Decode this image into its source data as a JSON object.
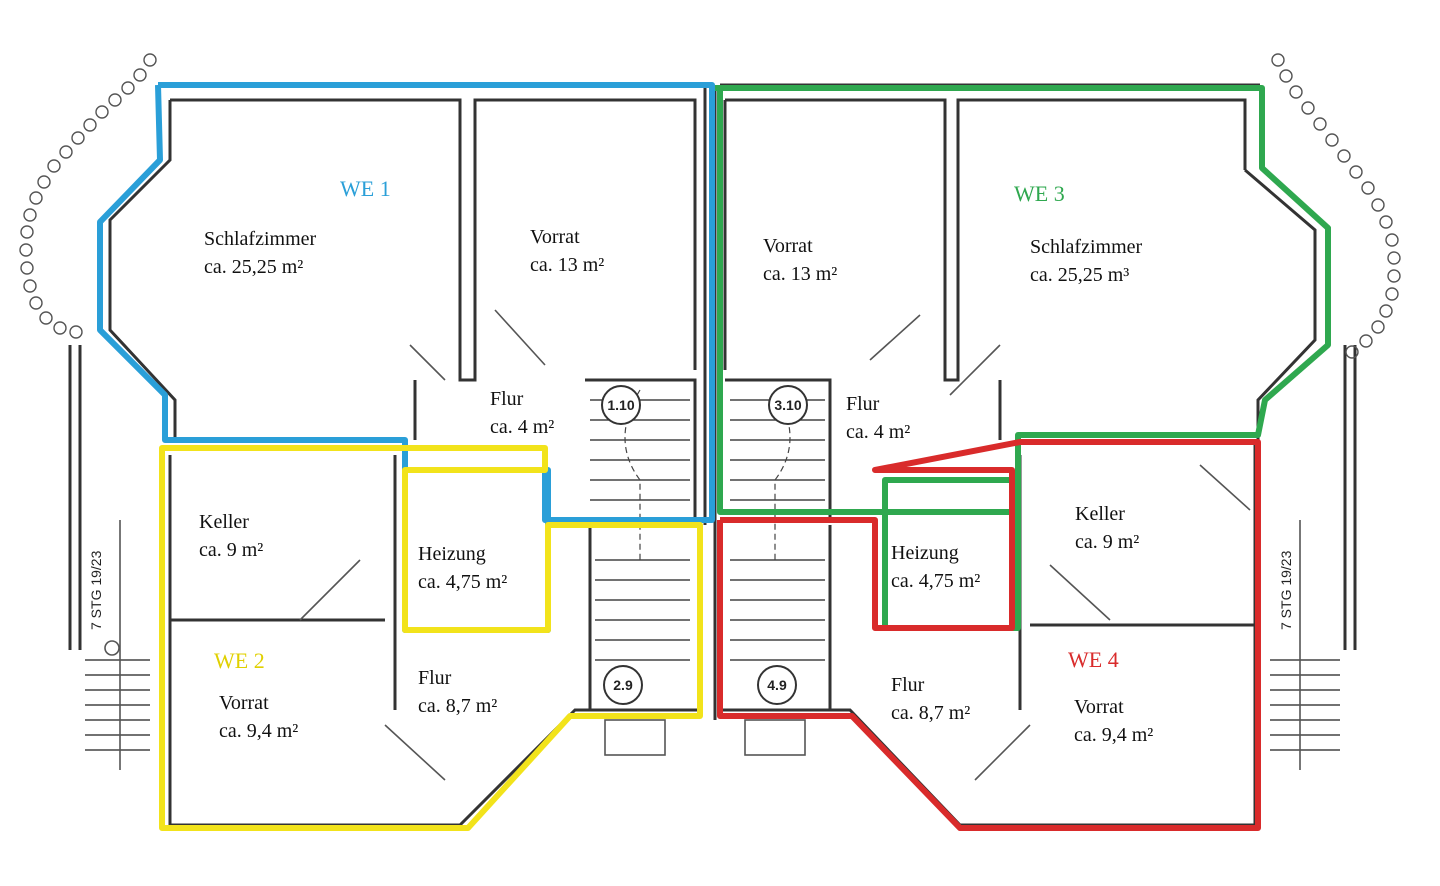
{
  "units": [
    {
      "id": "we1",
      "label": "WE 1",
      "color": "#2a9fd8"
    },
    {
      "id": "we2",
      "label": "WE 2",
      "color": "#f2e31b"
    },
    {
      "id": "we3",
      "label": "WE 3",
      "color": "#2fa84f"
    },
    {
      "id": "we4",
      "label": "WE 4",
      "color": "#d92b2b"
    }
  ],
  "rooms": [
    {
      "id": "r1",
      "name": "Schlafzimmer",
      "area": "ca. 25,25 m²"
    },
    {
      "id": "r2",
      "name": "Vorrat",
      "area": "ca. 13 m²"
    },
    {
      "id": "r3",
      "name": "Flur",
      "area": "ca. 4 m²"
    },
    {
      "id": "r4",
      "name": "Keller",
      "area": "ca. 9 m²"
    },
    {
      "id": "r5",
      "name": "Heizung",
      "area": "ca. 4,75 m²"
    },
    {
      "id": "r6",
      "name": "Vorrat",
      "area": "ca. 9,4 m²"
    },
    {
      "id": "r7",
      "name": "Flur",
      "area": "ca. 8,7 m²"
    },
    {
      "id": "r8",
      "name": "Vorrat",
      "area": "ca. 13 m²"
    },
    {
      "id": "r9",
      "name": "Schlafzimmer",
      "area": "ca. 25,25 m³"
    },
    {
      "id": "r10",
      "name": "Flur",
      "area": "ca. 4 m²"
    },
    {
      "id": "r11",
      "name": "Heizung",
      "area": "ca. 4,75 m²"
    },
    {
      "id": "r12",
      "name": "Keller",
      "area": "ca. 9 m²"
    },
    {
      "id": "r13",
      "name": "Flur",
      "area": "ca. 8,7 m²"
    },
    {
      "id": "r14",
      "name": "Vorrat",
      "area": "ca. 9,4 m²"
    }
  ],
  "stair_markers": [
    "1.10",
    "2.9",
    "3.10",
    "4.9"
  ],
  "exterior_stairs": [
    {
      "id": "left",
      "text": "7 STG 19/23"
    },
    {
      "id": "right",
      "text": "7 STG 19/23"
    }
  ]
}
